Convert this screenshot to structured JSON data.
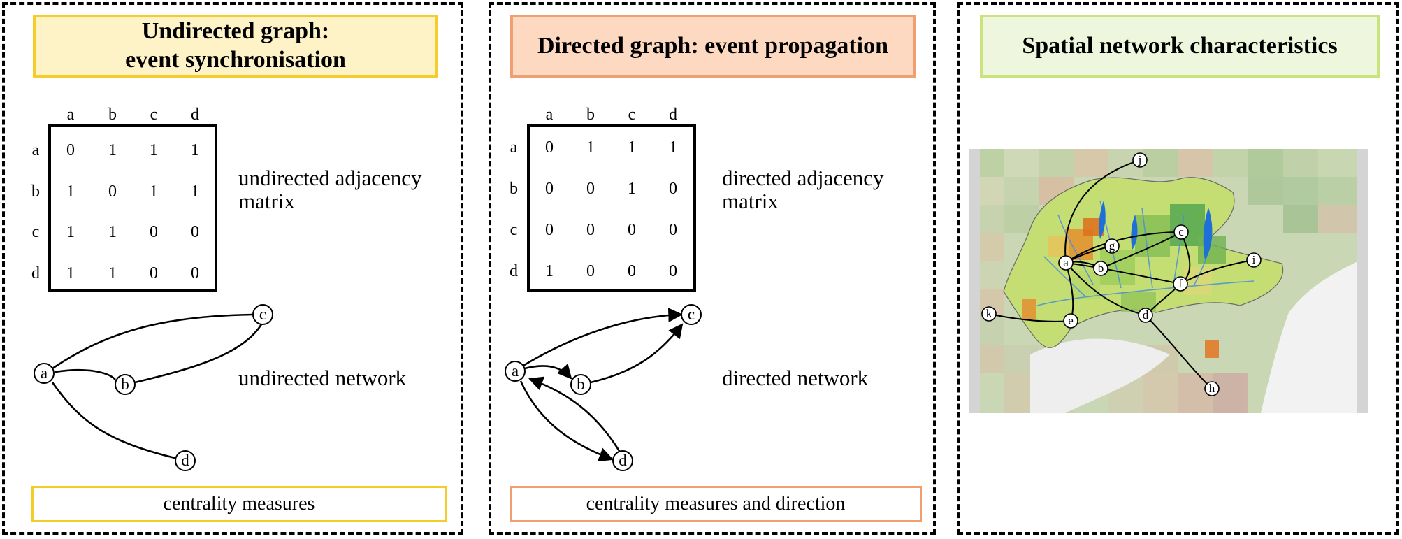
{
  "panel_undirected": {
    "title_line1": "Undirected graph:",
    "title_line2": "event synchronisation",
    "col_labels": [
      "a",
      "b",
      "c",
      "d"
    ],
    "row_labels": [
      "a",
      "b",
      "c",
      "d"
    ],
    "matrix": [
      [
        "0",
        "1",
        "1",
        "1"
      ],
      [
        "1",
        "0",
        "1",
        "1"
      ],
      [
        "1",
        "1",
        "0",
        "0"
      ],
      [
        "1",
        "1",
        "0",
        "0"
      ]
    ],
    "matrix_label_line1": "undirected adjacency",
    "matrix_label_line2": "matrix",
    "network_label": "undirected network",
    "nodes": [
      "a",
      "b",
      "c",
      "d"
    ],
    "bottom_label": "centrality measures",
    "title_bg": "#fdf3c6",
    "title_border": "#f5cc2a"
  },
  "panel_directed": {
    "title": "Directed graph: event propagation",
    "col_labels": [
      "a",
      "b",
      "c",
      "d"
    ],
    "row_labels": [
      "a",
      "b",
      "c",
      "d"
    ],
    "matrix": [
      [
        "0",
        "1",
        "1",
        "1"
      ],
      [
        "0",
        "0",
        "1",
        "0"
      ],
      [
        "0",
        "0",
        "0",
        "0"
      ],
      [
        "1",
        "0",
        "0",
        "0"
      ]
    ],
    "matrix_label_line1": "directed adjacency",
    "matrix_label_line2": "matrix",
    "network_label": "directed network",
    "nodes": [
      "a",
      "b",
      "c",
      "d"
    ],
    "bottom_label": "centrality measures and direction",
    "title_bg": "#fdd9c2",
    "title_border": "#f0a070"
  },
  "panel_spatial": {
    "title": "Spatial network characteristics",
    "map_nodes": [
      "a",
      "b",
      "c",
      "d",
      "e",
      "f",
      "g",
      "h",
      "i",
      "j",
      "k"
    ],
    "title_bg": "#eef7dd",
    "title_border": "#c9e47c"
  }
}
